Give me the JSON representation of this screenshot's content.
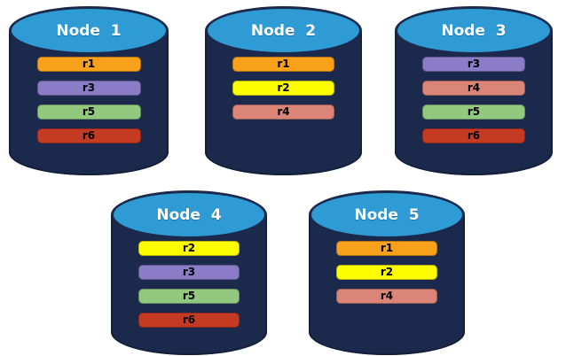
{
  "diagram": {
    "background_color": "#ffffff",
    "cylinder_body_color": "#1B2A4C",
    "cylinder_top_color": "#2E9BD5",
    "title_text_color": "#ffffff",
    "bar_text_color": "#000000",
    "replica_color_legend": {
      "r1": "#F9A11B",
      "r2": "#FDFD00",
      "r3": "#8A7CC6",
      "r4": "#DB8578",
      "r5": "#92C97F",
      "r6": "#C43A23"
    }
  },
  "nodes": [
    {
      "title": "Node  1",
      "replicas": [
        {
          "label": "r1",
          "color": "#F9A11B"
        },
        {
          "label": "r3",
          "color": "#8A7CC6"
        },
        {
          "label": "r5",
          "color": "#92C97F"
        },
        {
          "label": "r6",
          "color": "#C43A23"
        }
      ]
    },
    {
      "title": "Node  2",
      "replicas": [
        {
          "label": "r1",
          "color": "#F9A11B"
        },
        {
          "label": "r2",
          "color": "#FDFD00"
        },
        {
          "label": "r4",
          "color": "#DB8578"
        }
      ]
    },
    {
      "title": "Node  3",
      "replicas": [
        {
          "label": "r3",
          "color": "#8A7CC6"
        },
        {
          "label": "r4",
          "color": "#DB8578"
        },
        {
          "label": "r5",
          "color": "#92C97F"
        },
        {
          "label": "r6",
          "color": "#C43A23"
        }
      ]
    },
    {
      "title": "Node  4",
      "replicas": [
        {
          "label": "r2",
          "color": "#FDFD00"
        },
        {
          "label": "r3",
          "color": "#8A7CC6"
        },
        {
          "label": "r5",
          "color": "#92C97F"
        },
        {
          "label": "r6",
          "color": "#C43A23"
        }
      ]
    },
    {
      "title": "Node  5",
      "replicas": [
        {
          "label": "r1",
          "color": "#F9A11B"
        },
        {
          "label": "r2",
          "color": "#FDFD00"
        },
        {
          "label": "r4",
          "color": "#DB8578"
        }
      ]
    }
  ]
}
